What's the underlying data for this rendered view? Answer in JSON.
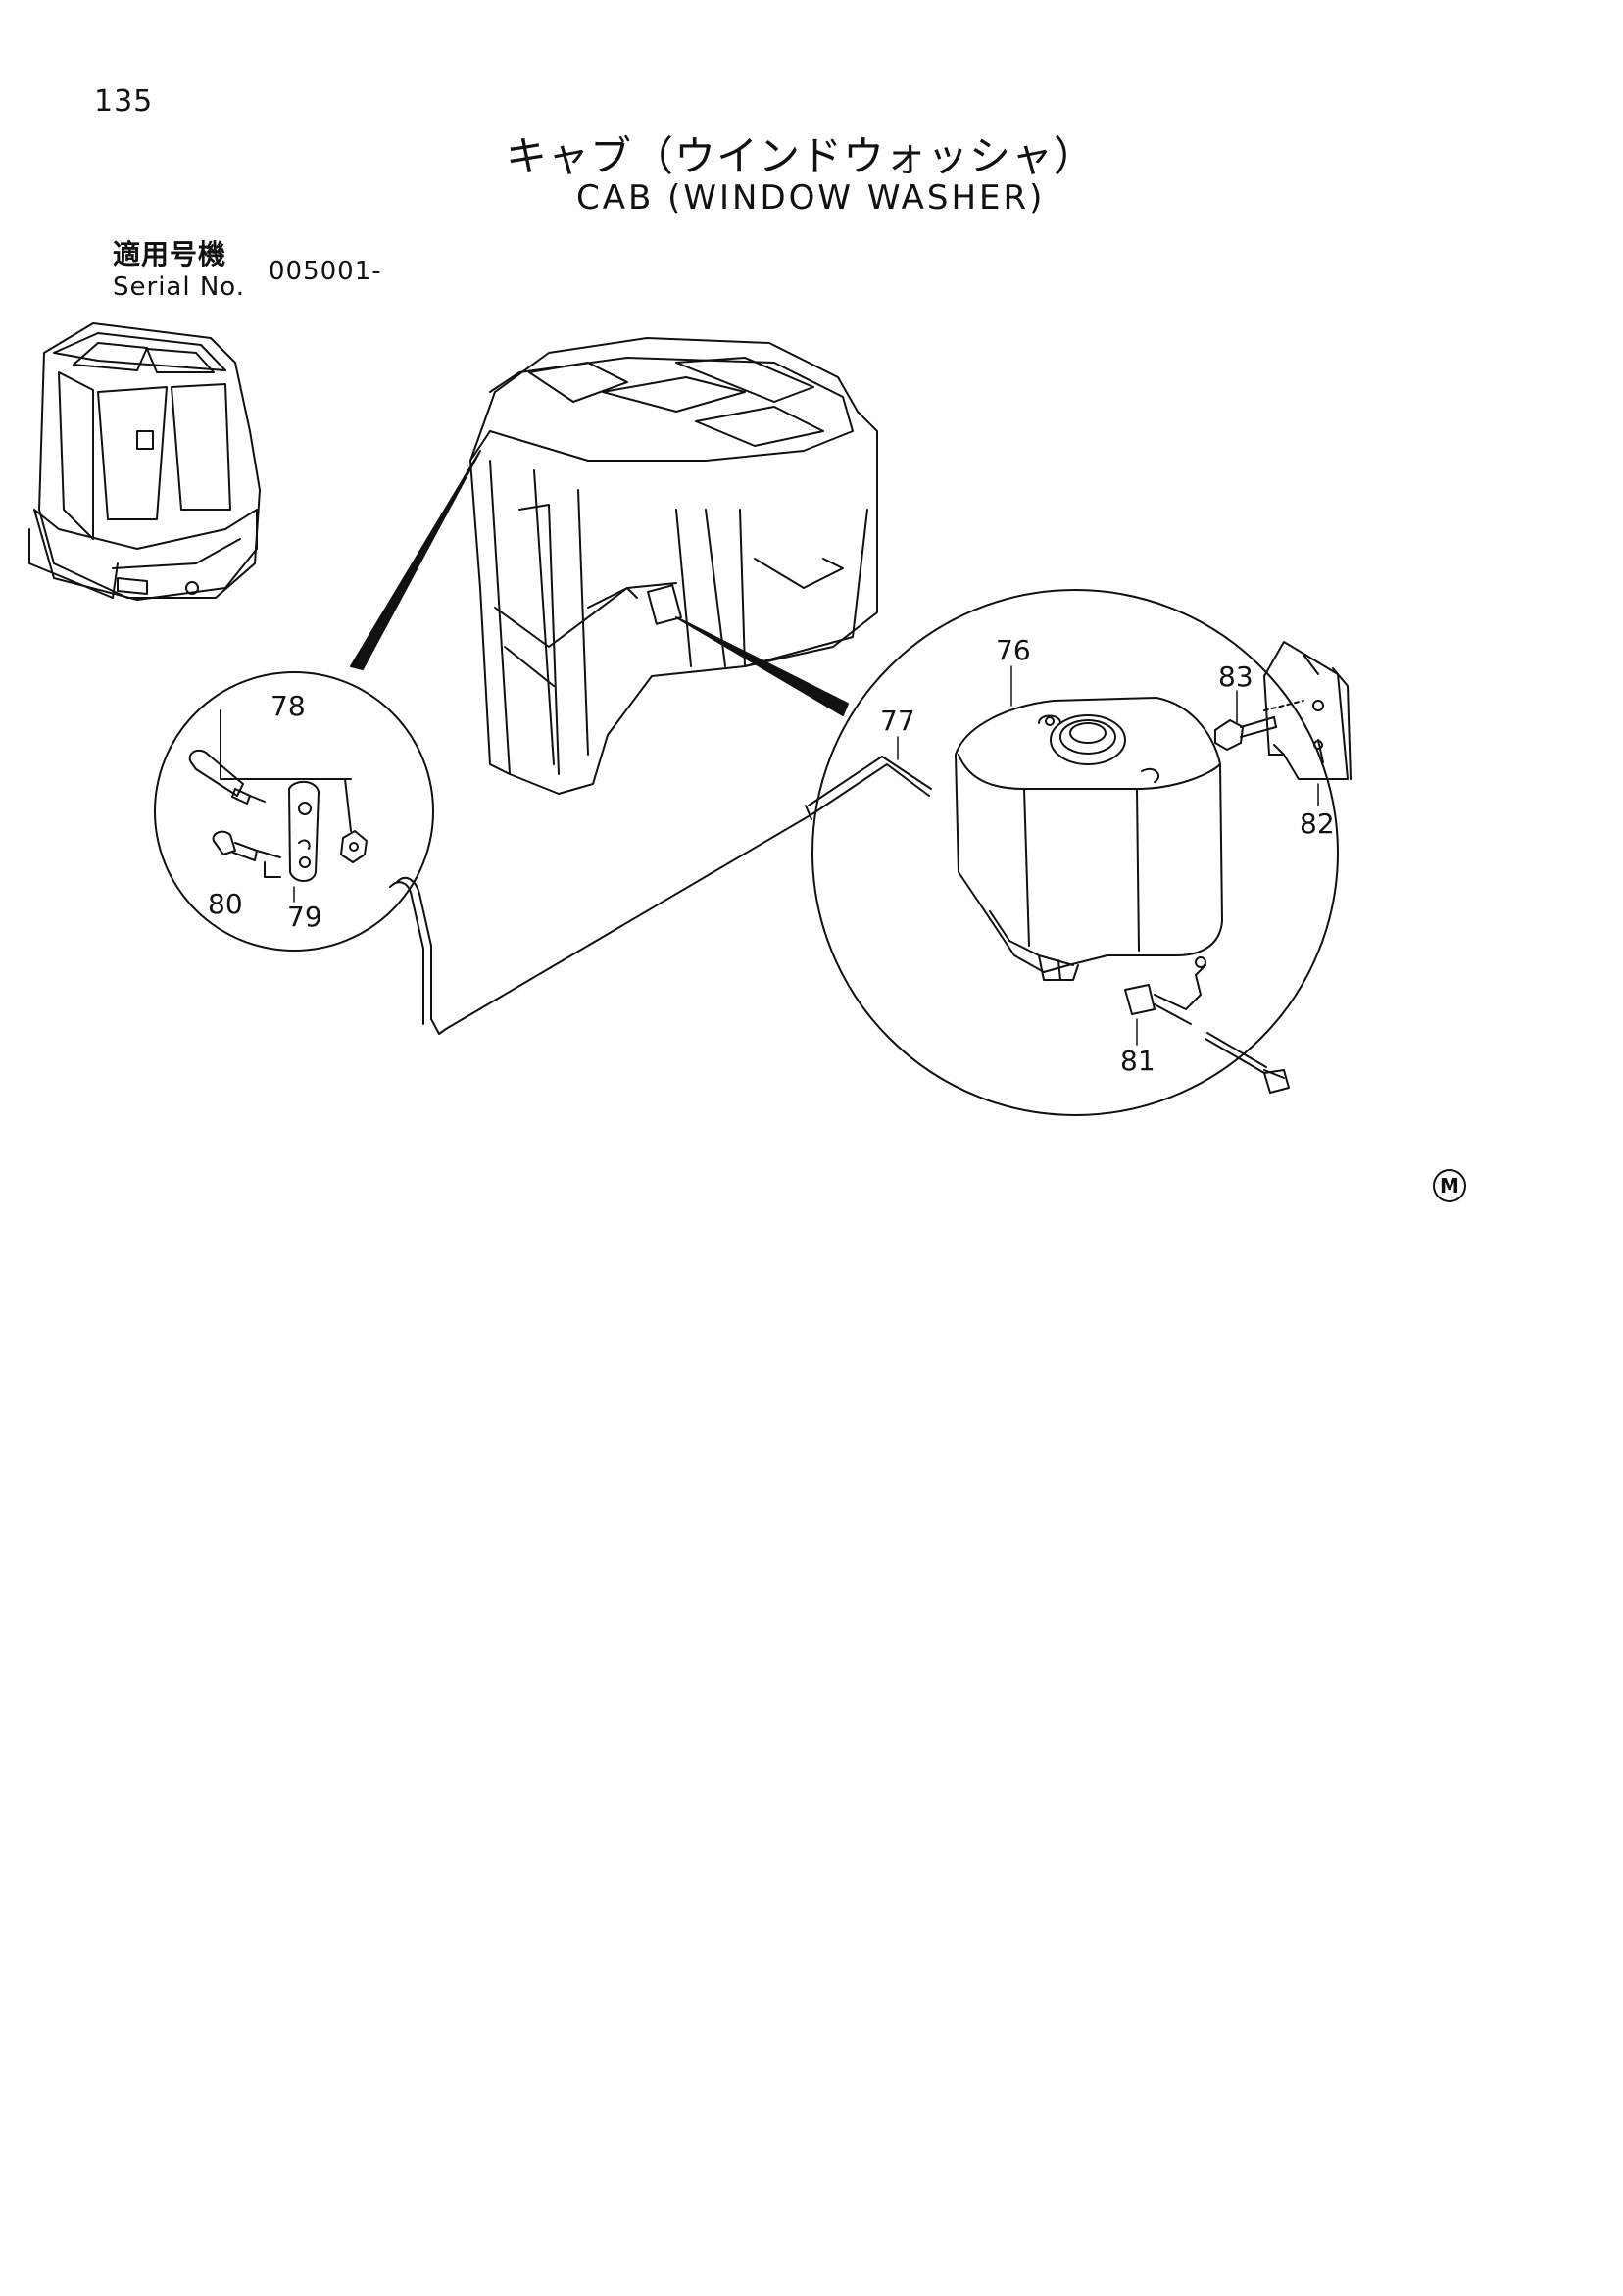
{
  "page": {
    "number": "135",
    "title_jp": "キャブ（ウインドウォッシャ）",
    "title_en": "CAB (WINDOW WASHER)"
  },
  "serial": {
    "label_jp": "適用号機",
    "label_en": "Serial No.",
    "value": "005001-"
  },
  "parts": [
    {
      "id": "76",
      "name_icon": "washer-tank-icon"
    },
    {
      "id": "77",
      "name_icon": "washer-hose-icon"
    },
    {
      "id": "78",
      "name_icon": "nozzle-icon"
    },
    {
      "id": "79",
      "name_icon": "nozzle-bracket-icon"
    },
    {
      "id": "80",
      "name_icon": "screw-icon"
    },
    {
      "id": "81",
      "name_icon": "harness-icon"
    },
    {
      "id": "82",
      "name_icon": "tank-bracket-icon"
    },
    {
      "id": "83",
      "name_icon": "bolt-icon"
    }
  ],
  "stamp": "M"
}
